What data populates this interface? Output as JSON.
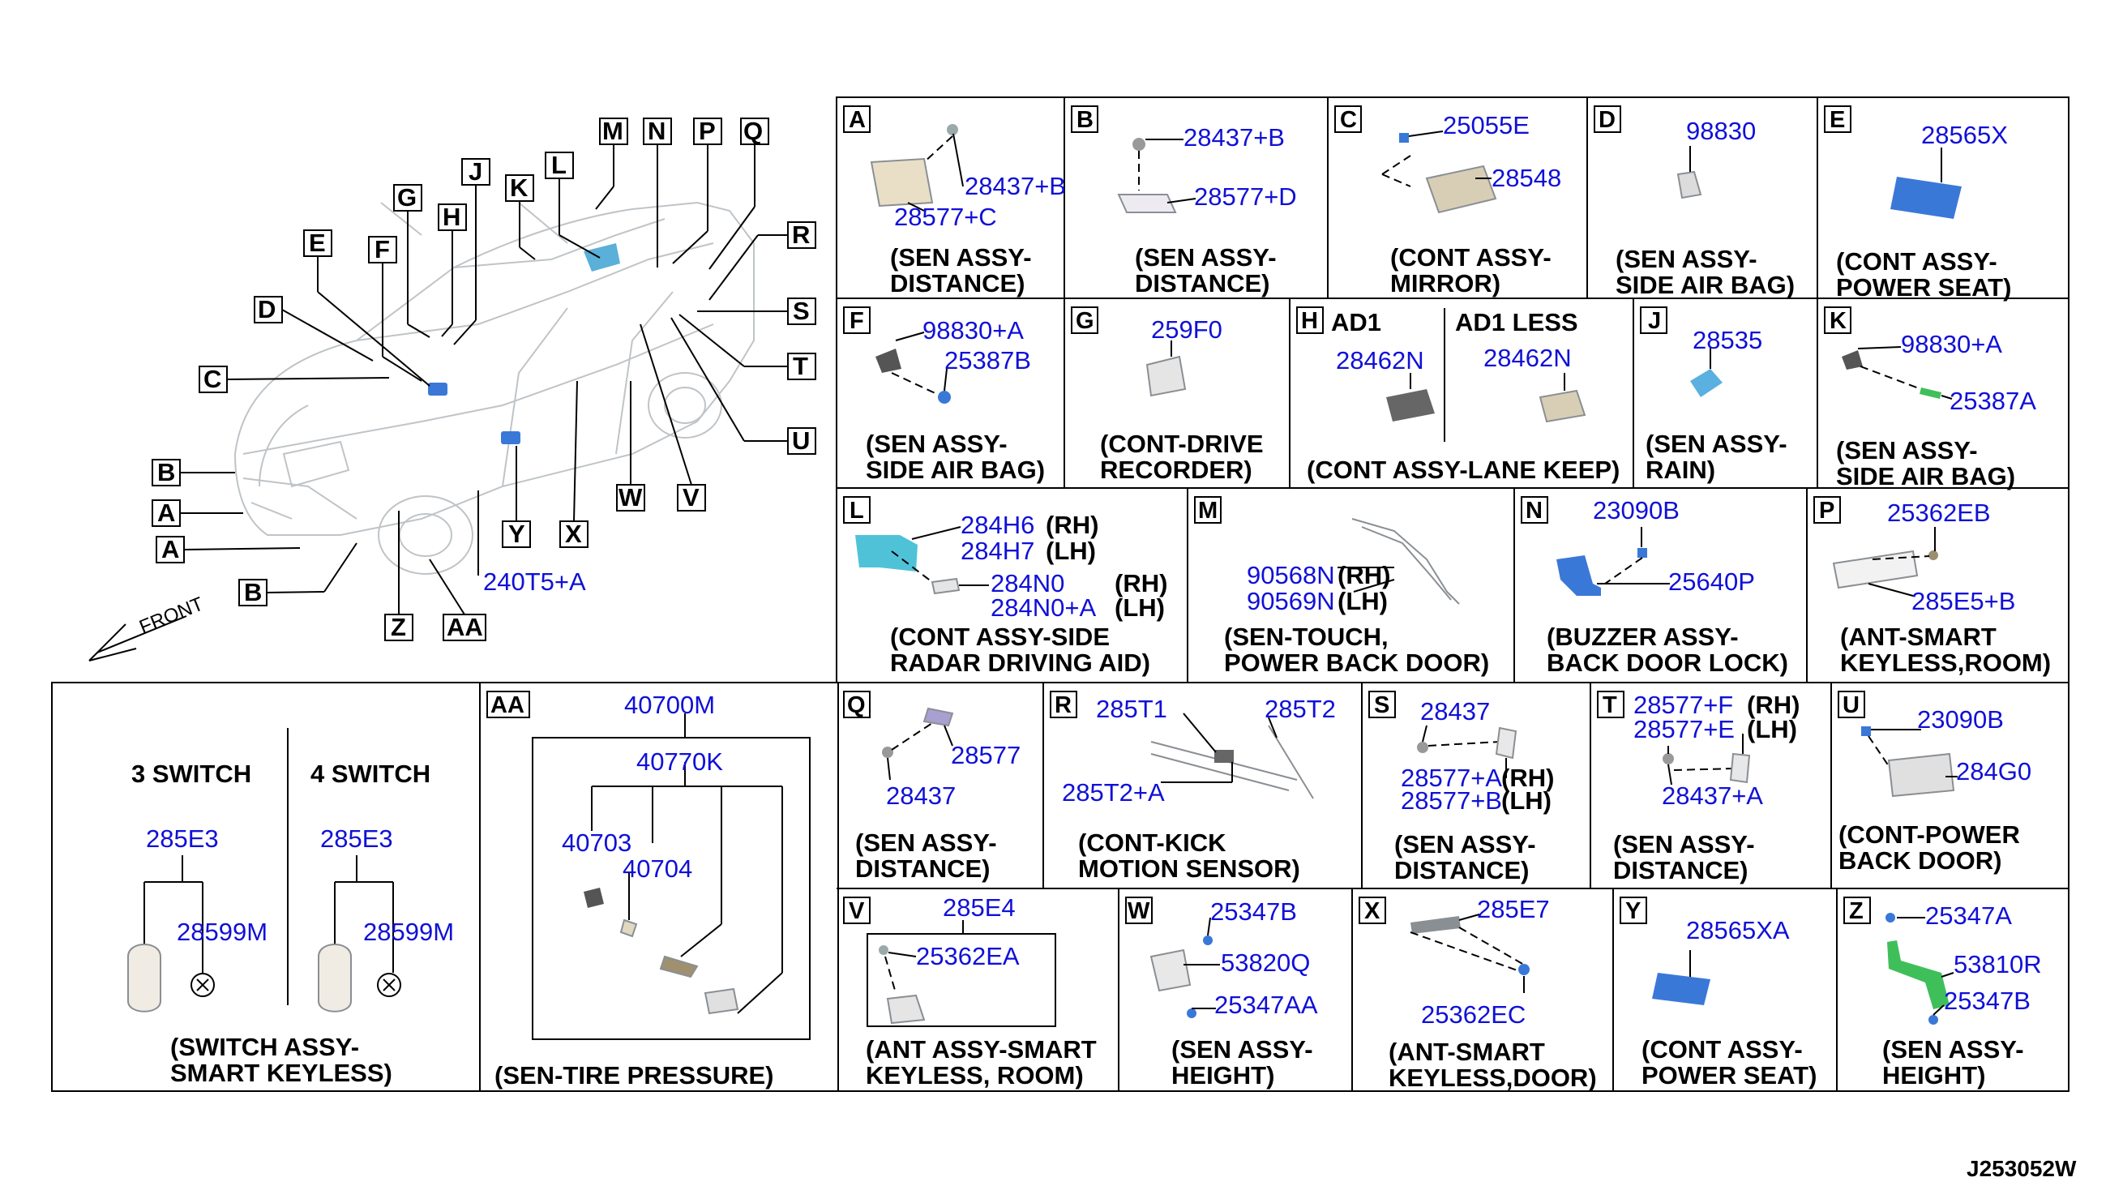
{
  "diagram_code": "J253052W",
  "overview": {
    "front_label": "FRONT",
    "part_number": "240T5+A",
    "callouts": [
      "A",
      "A",
      "B",
      "B",
      "C",
      "D",
      "E",
      "F",
      "G",
      "H",
      "J",
      "K",
      "L",
      "M",
      "N",
      "P",
      "Q",
      "R",
      "S",
      "T",
      "U",
      "V",
      "W",
      "X",
      "Y",
      "Z",
      "AA"
    ]
  },
  "cells": {
    "A": {
      "letter": "A",
      "parts": [
        "28437+B",
        "28577+C"
      ],
      "caption": [
        "(SEN ASSY-",
        "DISTANCE)"
      ]
    },
    "B": {
      "letter": "B",
      "parts": [
        "28437+B",
        "28577+D"
      ],
      "caption": [
        "(SEN ASSY-",
        "DISTANCE)"
      ]
    },
    "C": {
      "letter": "C",
      "parts": [
        "25055E",
        "28548"
      ],
      "caption": [
        "(CONT ASSY-",
        "MIRROR)"
      ]
    },
    "D": {
      "letter": "D",
      "parts": [
        "98830"
      ],
      "caption": [
        "(SEN ASSY-",
        "SIDE AIR BAG)"
      ]
    },
    "E": {
      "letter": "E",
      "parts": [
        "28565X"
      ],
      "caption": [
        "(CONT ASSY-",
        "POWER SEAT)"
      ]
    },
    "F": {
      "letter": "F",
      "parts": [
        "98830+A",
        "25387B"
      ],
      "caption": [
        "(SEN ASSY-",
        "SIDE AIR BAG)"
      ]
    },
    "G": {
      "letter": "G",
      "parts": [
        "259F0"
      ],
      "caption": [
        "(CONT-DRIVE",
        "RECORDER)"
      ]
    },
    "H": {
      "letter": "H",
      "variants": [
        "AD1",
        "AD1 LESS"
      ],
      "parts": [
        "28462N",
        "28462N"
      ],
      "caption": [
        "(CONT ASSY-LANE KEEP)"
      ]
    },
    "J": {
      "letter": "J",
      "parts": [
        "28535"
      ],
      "caption": [
        "(SEN ASSY-",
        "RAIN)"
      ]
    },
    "K": {
      "letter": "K",
      "parts": [
        "98830+A",
        "25387A"
      ],
      "caption": [
        "(SEN ASSY-",
        "SIDE AIR BAG)"
      ]
    },
    "L": {
      "letter": "L",
      "parts": [
        "284H6",
        "284H7",
        "284N0",
        "284N0+A"
      ],
      "sides": [
        "(RH)",
        "(LH)",
        "(RH)",
        "(LH)"
      ],
      "caption": [
        "(CONT ASSY-SIDE",
        "RADAR DRIVING AID)"
      ]
    },
    "M": {
      "letter": "M",
      "parts": [
        "90568N",
        "90569N"
      ],
      "sides": [
        "(RH)",
        "(LH)"
      ],
      "caption": [
        "(SEN-TOUCH,",
        "POWER BACK DOOR)"
      ]
    },
    "N": {
      "letter": "N",
      "parts": [
        "23090B",
        "25640P"
      ],
      "caption": [
        "(BUZZER ASSY-",
        "BACK DOOR LOCK)"
      ]
    },
    "P": {
      "letter": "P",
      "parts": [
        "25362EB",
        "285E5+B"
      ],
      "caption": [
        "(ANT-SMART",
        "KEYLESS,ROOM)"
      ]
    },
    "Q": {
      "letter": "Q",
      "parts": [
        "28577",
        "28437"
      ],
      "caption": [
        "(SEN ASSY-",
        "DISTANCE)"
      ]
    },
    "R": {
      "letter": "R",
      "parts": [
        "285T1",
        "285T2",
        "285T2+A"
      ],
      "caption": [
        "(CONT-KICK",
        "MOTION SENSOR)"
      ]
    },
    "S": {
      "letter": "S",
      "parts": [
        "28437",
        "28577+A",
        "28577+B"
      ],
      "sides": [
        "(RH)",
        "(LH)"
      ],
      "caption": [
        "(SEN ASSY-",
        "DISTANCE)"
      ]
    },
    "T": {
      "letter": "T",
      "parts": [
        "28577+F",
        "28577+E",
        "28437+A"
      ],
      "sides": [
        "(RH)",
        "(LH)"
      ],
      "caption": [
        "(SEN ASSY-",
        "DISTANCE)"
      ]
    },
    "U": {
      "letter": "U",
      "parts": [
        "23090B",
        "284G0"
      ],
      "caption": [
        "(CONT-POWER",
        "BACK DOOR)"
      ]
    },
    "V": {
      "letter": "V",
      "parts": [
        "285E4",
        "25362EA"
      ],
      "caption": [
        "(ANT ASSY-SMART",
        "KEYLESS, ROOM)"
      ]
    },
    "W": {
      "letter": "W",
      "parts": [
        "25347B",
        "53820Q",
        "25347AA"
      ],
      "caption": [
        "(SEN ASSY-",
        "HEIGHT)"
      ]
    },
    "X": {
      "letter": "X",
      "parts": [
        "285E7",
        "25362EC"
      ],
      "caption": [
        "(ANT-SMART",
        "KEYLESS,DOOR)"
      ]
    },
    "Y": {
      "letter": "Y",
      "parts": [
        "28565XA"
      ],
      "caption": [
        "(CONT ASSY-",
        "POWER SEAT)"
      ]
    },
    "Z": {
      "letter": "Z",
      "parts": [
        "25347A",
        "53810R",
        "25347B"
      ],
      "caption": [
        "(SEN ASSY-",
        "HEIGHT)"
      ]
    },
    "AA": {
      "letter": "AA",
      "parts": [
        "40700M",
        "40770K",
        "40703",
        "40704"
      ],
      "caption": [
        "(SEN-TIRE PRESSURE)"
      ]
    },
    "SW": {
      "variants": [
        "3 SWITCH",
        "4 SWITCH"
      ],
      "parts": [
        "285E3",
        "28599M",
        "285E3",
        "28599M"
      ],
      "caption": [
        "(SWITCH ASSY-",
        "SMART KEYLESS)"
      ]
    }
  },
  "colors": {
    "part_number": "#1010d8",
    "frame": "#000000",
    "accent_blue": "#3a78d8",
    "accent_green": "#3fbf5a"
  }
}
